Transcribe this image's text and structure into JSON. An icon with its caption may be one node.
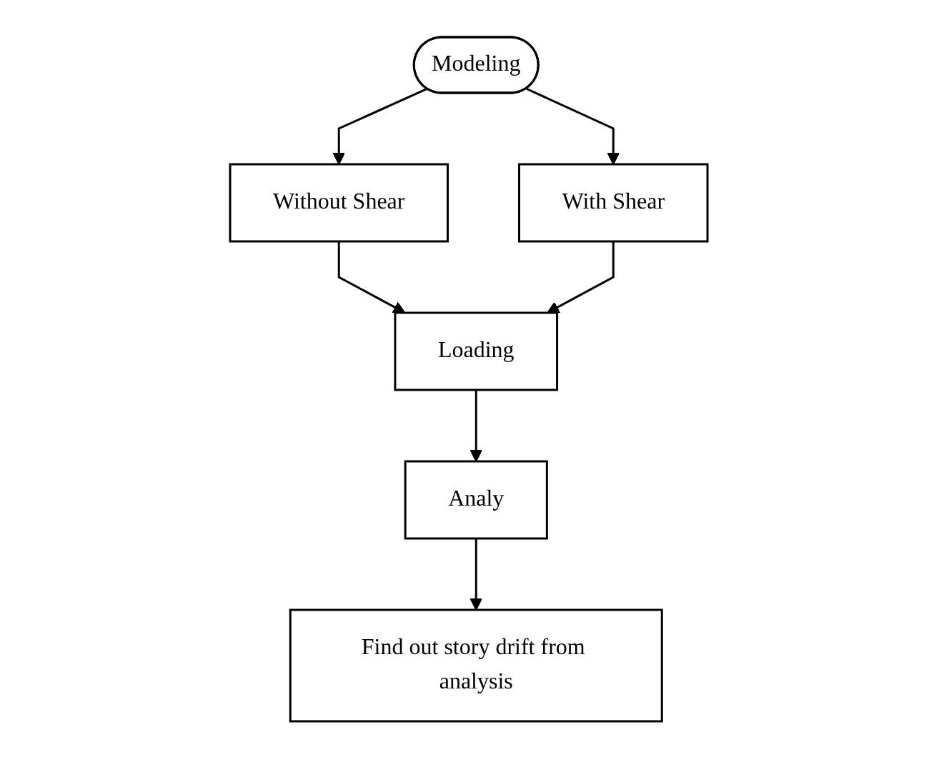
{
  "diagram": {
    "nodes": [
      {
        "text": [
          "Modeling"
        ]
      },
      {
        "text": [
          "Without Shear"
        ]
      },
      {
        "text": [
          "With Shear"
        ]
      },
      {
        "text": [
          "Loading"
        ]
      },
      {
        "text": [
          "Analy"
        ]
      },
      {
        "text": [
          "Find out story drift from analysis"
        ]
      }
    ],
    "edges": [
      {
        "from": 0,
        "to": 1,
        "arrow": "to"
      },
      {
        "from": 0,
        "to": 2,
        "arrow": "to"
      },
      {
        "from": 1,
        "to": 3,
        "arrow": "to"
      },
      {
        "from": 2,
        "to": 3,
        "arrow": "to"
      },
      {
        "from": 3,
        "to": 4,
        "arrow": "to"
      },
      {
        "from": 4,
        "to": 5,
        "arrow": "to"
      }
    ]
  }
}
